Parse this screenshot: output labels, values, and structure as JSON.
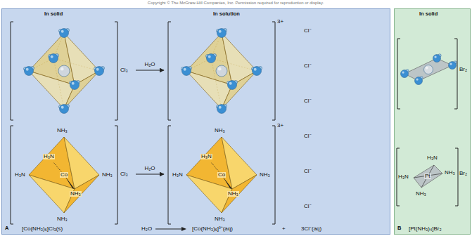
{
  "diagram": {
    "nodes": [
      {
        "text": [
          "In solid",
          "In solution",
          "A",
          "[Co(NH₃)₆]Cl₃(s)",
          "H₂O",
          "[Co(NH₃)₆]³⁺(aq)",
          "+",
          "3Cl⁻(aq)"
        ]
      },
      {
        "text": [
          "Cl₃"
        ],
        "in": 0
      },
      {
        "text": [
          "3+"
        ],
        "in": 0
      },
      {
        "text": [
          "NH₃",
          "H₃N",
          "H₃N",
          "Co",
          "NH₃",
          "NH₃",
          "NH₃",
          "Cl₃"
        ],
        "in": 0
      },
      {
        "text": [
          "NH₃",
          "H₃N",
          "H₃N",
          "Co",
          "NH₃",
          "NH₃",
          "NH₃",
          "3+"
        ],
        "in": 0
      },
      {
        "text": [
          "In solid",
          "B",
          "[Pt(NH₃)₄]Br₂"
        ]
      },
      {
        "text": [
          "Br₂"
        ],
        "in": 5
      },
      {
        "text": [
          "H₃N",
          "H₃N",
          "Pt",
          "NH₃",
          "NH₃",
          "Br₂"
        ],
        "in": 5
      }
    ],
    "edges": [
      {
        "from": 1,
        "to": 2,
        "label": "H₂O",
        "arrow": "to"
      },
      {
        "from": 3,
        "to": 4,
        "label": "H₂O",
        "arrow": "to"
      }
    ],
    "labels": [
      "Copyright © The McGraw-Hill Companies, Inc. Permission required for reproduction or display.",
      "Cl⁻",
      "Cl⁻",
      "Cl⁻",
      "Cl⁻",
      "Cl⁻",
      "Cl⁻"
    ]
  }
}
